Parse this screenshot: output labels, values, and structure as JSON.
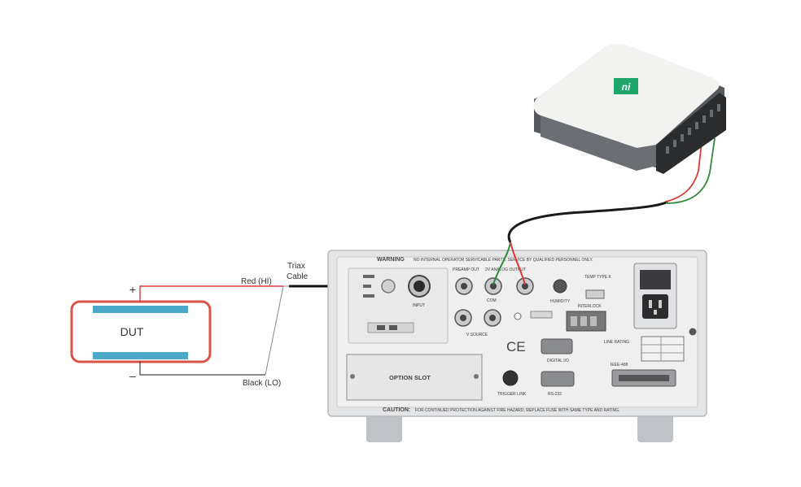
{
  "dut": {
    "label": "DUT",
    "plus": "+",
    "minus": "–"
  },
  "wires": {
    "red_label": "Red (HI)",
    "black_label": "Black (LO)",
    "triax_label_line1": "Triax",
    "triax_label_line2": "Cable"
  },
  "instrument": {
    "warning": "WARNING",
    "warning_text": "NO INTERNAL OPERATOR SERVICABLE PARTS. SERVICE BY QUALIFIED PERSONNEL ONLY.",
    "caution": "CAUTION:",
    "caution_text": "FOR CONTINUED PROTECTION AGAINST FIRE HAZARD, REPLACE FUSE WITH SAME TYPE AND RATING.",
    "option_slot": "OPTION SLOT",
    "preamp_out": "PREAMP OUT",
    "analog_out": "2V ANALOG OUTPUT",
    "com": "COM",
    "v_source": "V SOURCE",
    "humidity": "HUMIDITY",
    "temp": "TEMP TYPE K",
    "interlock": "INTERLOCK",
    "digital_io": "DIGITAL I/O",
    "trigger_link": "TRIGGER LINK",
    "rs232": "RS-232",
    "ieee488": "IEEE-488",
    "line_rating": "LINE RATING",
    "ce_mark": "CE",
    "input": "INPUT"
  },
  "daq": {
    "logo": "ni"
  },
  "colors": {
    "dut_outline": "#d9534a",
    "dut_plate": "#4aa8c8",
    "red_wire": "#d93a33",
    "green_wire": "#2f8a3a",
    "ni_green": "#1fa76a"
  }
}
